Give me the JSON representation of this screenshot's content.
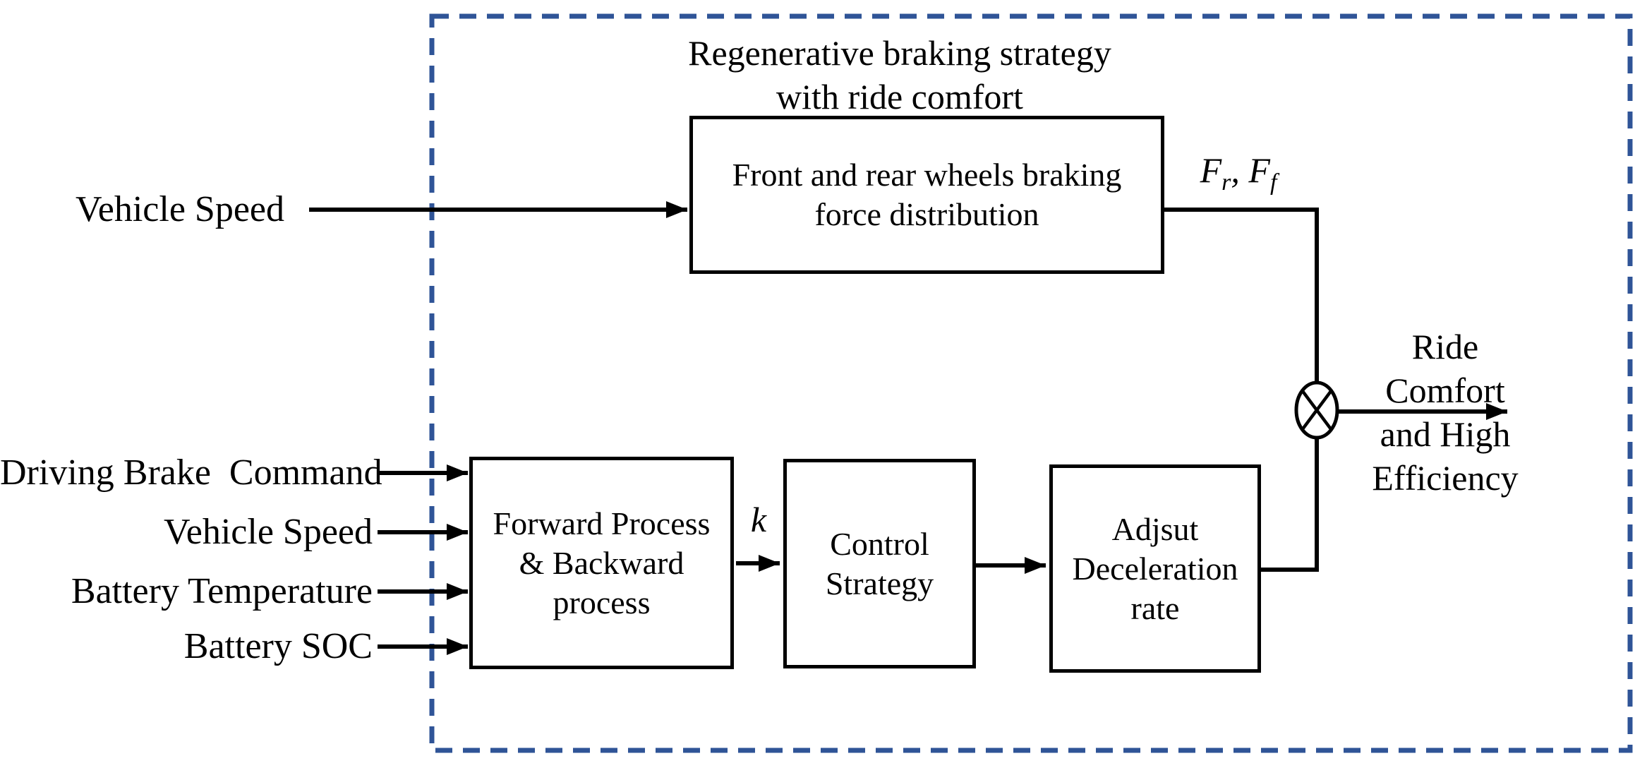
{
  "colors": {
    "boundary_dash": "#2f5497",
    "line": "#000000",
    "text": "#000000",
    "background": "#ffffff"
  },
  "title": {
    "lines": [
      "Regenerative braking strategy",
      "with ride comfort"
    ]
  },
  "inputs": {
    "vehicle_speed_top": {
      "label": "Vehicle Speed"
    },
    "lower": [
      {
        "label": "Driving Brake  Command"
      },
      {
        "label": "Vehicle Speed"
      },
      {
        "label": "Battery Temperature"
      },
      {
        "label": "Battery SOC"
      }
    ]
  },
  "blocks": {
    "distribution": {
      "lines": [
        "Front and rear wheels braking",
        "force distribution"
      ]
    },
    "forward_backward": {
      "lines": [
        "Forward Process",
        "& Backward",
        "process"
      ]
    },
    "control": {
      "lines": [
        "Control",
        "Strategy"
      ]
    },
    "adjust": {
      "lines": [
        "Adjsut",
        "Deceleration",
        "rate"
      ]
    }
  },
  "signals": {
    "forces": {
      "f1": "F",
      "f1_sub": "r",
      "sep": ", ",
      "f2": "F",
      "f2_sub": "f"
    },
    "k": "k"
  },
  "junction": {
    "type": "multiply"
  },
  "output": {
    "lines": [
      "Ride",
      "Comfort",
      "and High",
      "Efficiency"
    ]
  }
}
